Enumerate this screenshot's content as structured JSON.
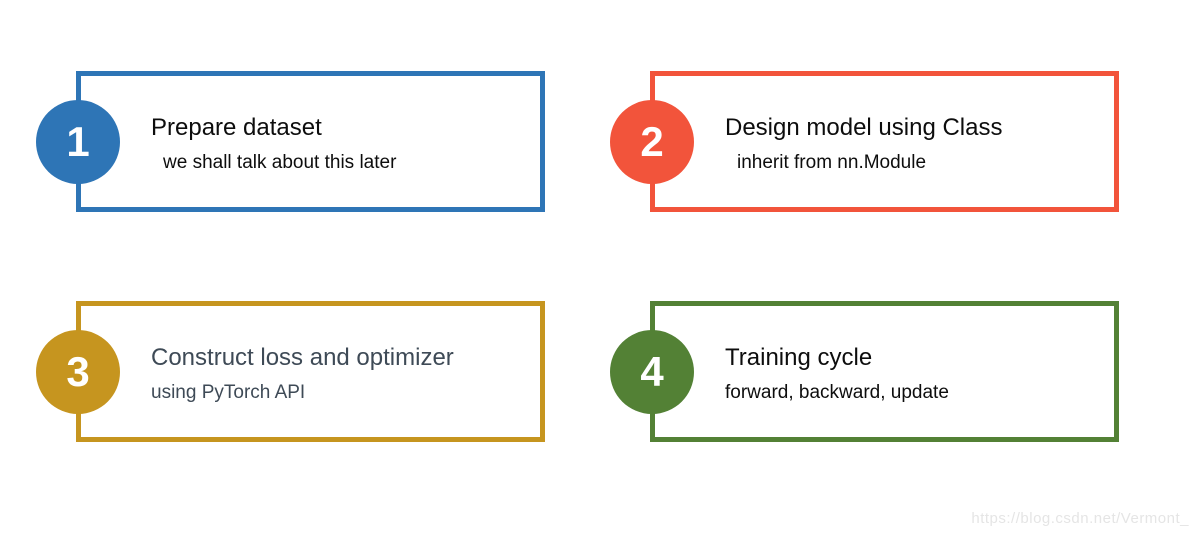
{
  "steps": [
    {
      "number": "1",
      "title": "Prepare dataset",
      "subtitle": "we shall talk about this later",
      "accent_color": "#2E75B6",
      "text_color": "#0D0D0D"
    },
    {
      "number": "2",
      "title": "Design model using Class",
      "subtitle": "inherit from nn.Module",
      "accent_color": "#F2543B",
      "text_color": "#0D0D0D"
    },
    {
      "number": "3",
      "title": "Construct loss and optimizer",
      "subtitle": "using PyTorch API",
      "accent_color": "#C6951F",
      "text_color": "#3E4A56"
    },
    {
      "number": "4",
      "title": "Training cycle",
      "subtitle": "forward, backward, update",
      "accent_color": "#538135",
      "text_color": "#0D0D0D"
    }
  ],
  "watermark": {
    "text": "https://blog.csdn.net/Vermont_",
    "color": "#E5E5E5"
  }
}
